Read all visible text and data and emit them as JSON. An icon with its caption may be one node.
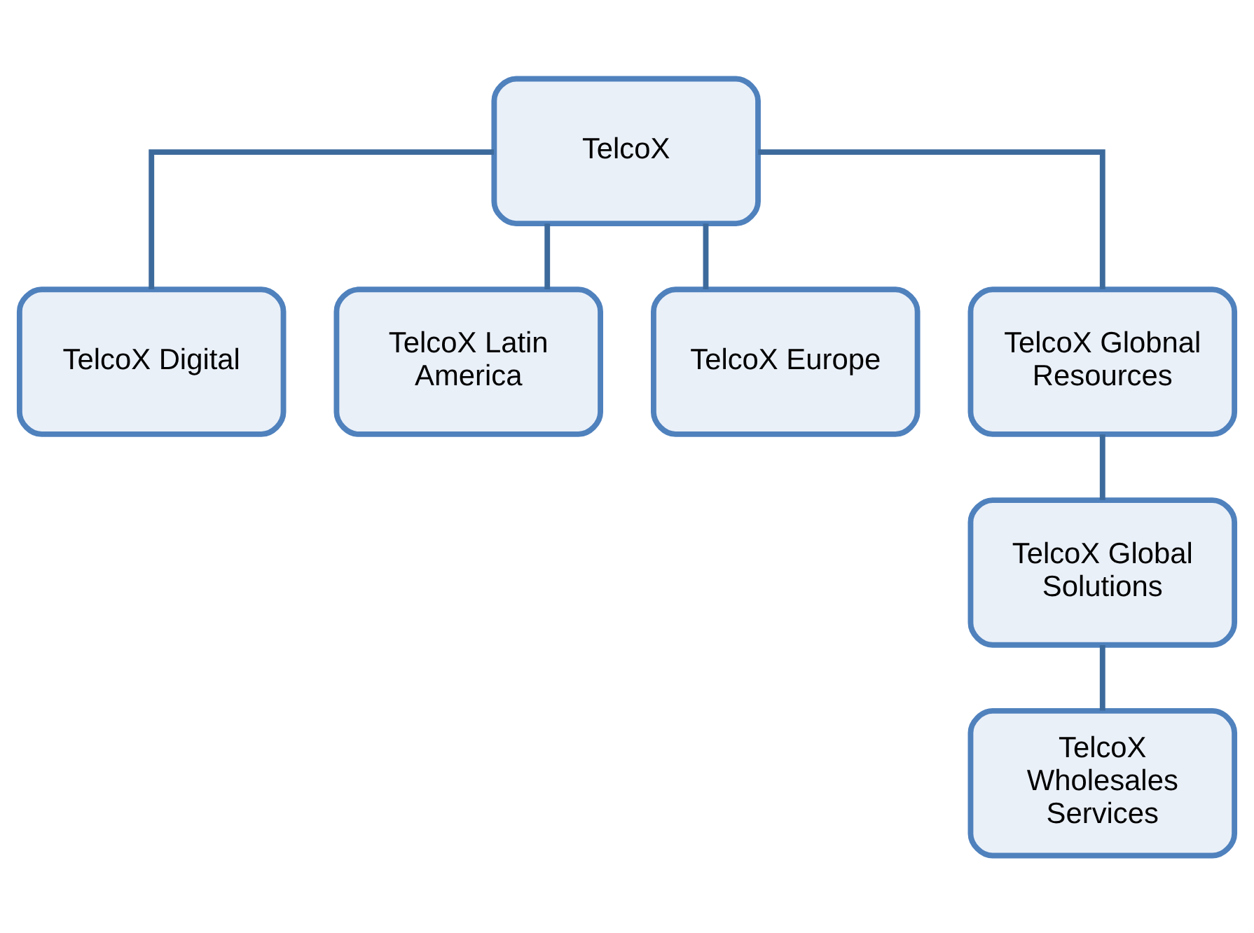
{
  "diagram": {
    "nodes": [
      {
        "text": [
          "TelcoX"
        ]
      },
      {
        "text": [
          "TelcoX Digital"
        ]
      },
      {
        "text": [
          "TelcoX Latin America"
        ]
      },
      {
        "text": [
          "TelcoX Europe"
        ]
      },
      {
        "text": [
          "TelcoX Globnal Resources"
        ]
      },
      {
        "text": [
          "TelcoX Global Solutions"
        ]
      },
      {
        "text": [
          "TelcoX Wholesales Services"
        ]
      }
    ],
    "edges": [
      {
        "from": 0,
        "to": 1,
        "arrow": "none"
      },
      {
        "from": 0,
        "to": 2,
        "arrow": "none"
      },
      {
        "from": 0,
        "to": 3,
        "arrow": "none"
      },
      {
        "from": 0,
        "to": 4,
        "arrow": "none"
      },
      {
        "from": 4,
        "to": 5,
        "arrow": "none"
      },
      {
        "from": 5,
        "to": 6,
        "arrow": "none"
      }
    ]
  }
}
